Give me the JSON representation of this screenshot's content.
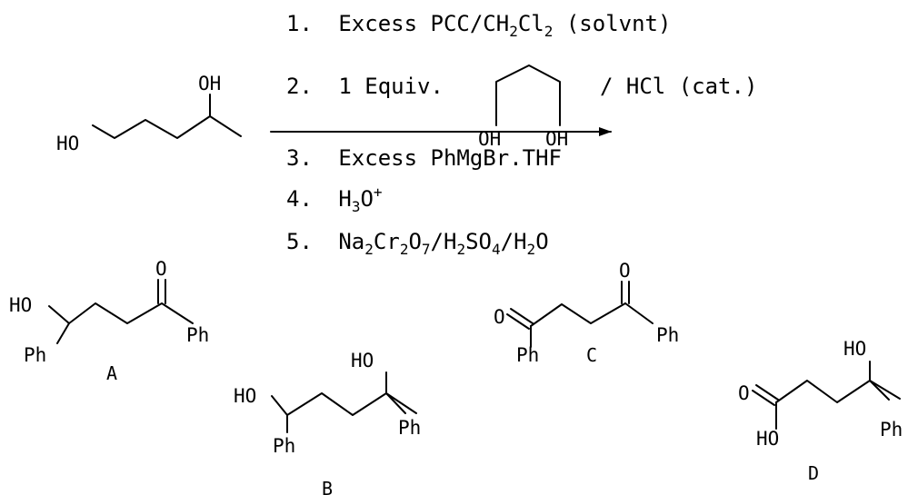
{
  "scheme": {
    "steps": [
      {
        "num": "1.",
        "text": "Excess PCC/CH",
        "sub1": "2",
        "text2": "Cl",
        "sub2": "2",
        "text3": " (solvnt)"
      },
      {
        "num": "2.",
        "pre": "1 Equiv.",
        "post": "/ HCl (cat.)"
      },
      {
        "num": "3.",
        "text": "Excess PhMgBr.THF"
      },
      {
        "num": "4.",
        "text": "H",
        "sub": "3",
        "text2": "O",
        "sup": "+"
      },
      {
        "num": "5.",
        "p1": "Na",
        "s1": "2",
        "p2": "Cr",
        "s2": "2",
        "p3": "O",
        "s3": "7",
        "p4": "/H",
        "s4": "2",
        "p5": "SO",
        "s5": "4",
        "p6": "/H",
        "s6": "2",
        "p7": "O"
      }
    ],
    "reagent_diol": {
      "oh_left": "OH",
      "oh_right": "OH"
    },
    "starting_material": {
      "oh_top": "OH",
      "ho_left": "HO"
    }
  },
  "answers": {
    "A": {
      "label": "A",
      "ho": "HO",
      "ph1": "Ph",
      "o": "O",
      "ph2": "Ph"
    },
    "B": {
      "label": "B",
      "ho1": "HO",
      "ph1": "Ph",
      "ho2": "HO",
      "ph2": "Ph"
    },
    "C": {
      "label": "C",
      "o1": "O",
      "ph1": "Ph",
      "o2": "O",
      "ph2": "Ph"
    },
    "D": {
      "label": "D",
      "o": "O",
      "ho1": "HO",
      "ho2": "HO",
      "ph": "Ph"
    }
  },
  "colors": {
    "ink": "#000000",
    "background": "#ffffff"
  }
}
